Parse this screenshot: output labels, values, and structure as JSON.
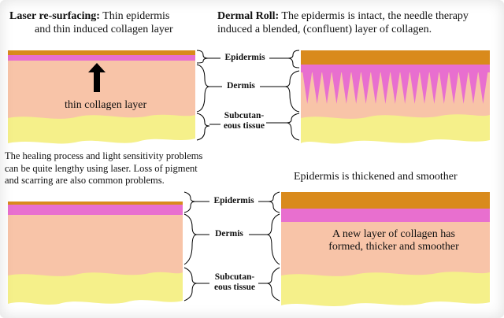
{
  "titles": {
    "laser_bold": "Laser re-surfacing:",
    "laser_line1_rest": "Thin epidermis",
    "laser_line2": "and thin induced collagen layer",
    "roll_bold": "Dermal Roll:",
    "roll_line1_rest": "The epidermis is intact, the needle therapy",
    "roll_line2": "induced a blended, (confluent) layer of collagen."
  },
  "notes": {
    "thin_collagen": "thin collagen layer",
    "healing_line1": "The healing process and light sensitivity problems",
    "healing_line2": "can be quite lengthy using laser. Loss of pigment",
    "healing_line3": "and scarring are also common problems.",
    "epidermis_thickened": "Epidermis is thickened and smoother",
    "new_layer_line1": "A new layer of collagen has",
    "new_layer_line2": "formed, thicker and smoother"
  },
  "labels": {
    "epidermis": "Epidermis",
    "dermis": "Dermis",
    "subcutaneous_line1": "Subcutan-",
    "subcutaneous_line2": "eous tissue"
  },
  "colors": {
    "epidermis": "#d98a1c",
    "pink_layer": "#e86fcf",
    "dermis": "#f8c4a8",
    "subcutaneous": "#f5f08a",
    "arrow": "#000000"
  }
}
